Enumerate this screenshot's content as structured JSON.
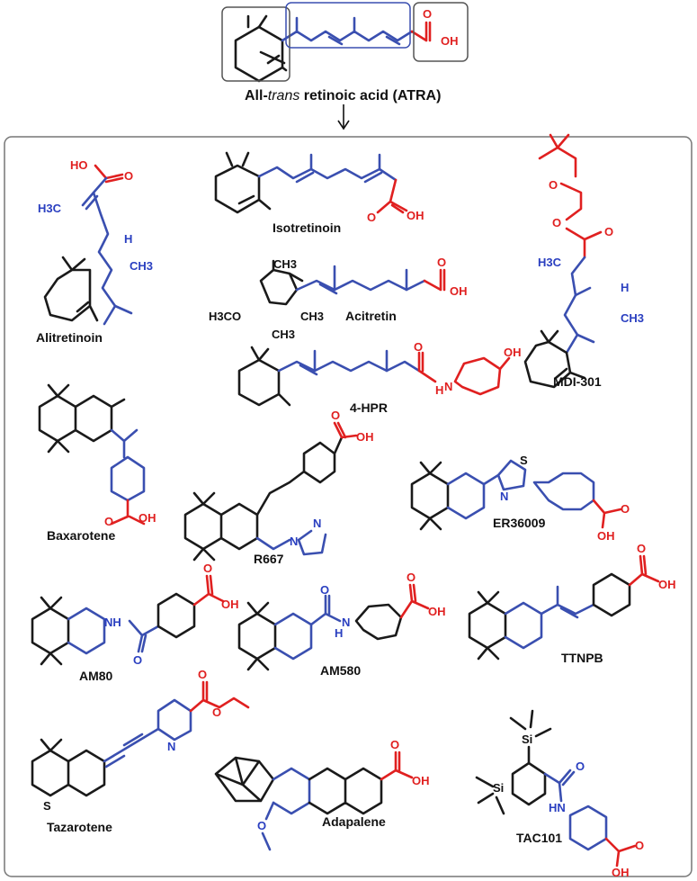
{
  "title": {
    "prefix": "All-",
    "italic": "trans",
    "suffix": " retinoic acid (ATRA)"
  },
  "compounds": [
    "Alitretinoin",
    "Isotretinoin",
    "MDI-301",
    "Acitretin",
    "4-HPR",
    "Baxarotene",
    "R667",
    "ER36009",
    "AM80",
    "AM580",
    "TTNPB",
    "Tazarotene",
    "Adapalene",
    "TAC101"
  ],
  "atoms": {
    "oh": "OH",
    "ho": "HO",
    "h3c": "H3C",
    "ch3": "CH3",
    "h": "H",
    "o": "O",
    "n": "N",
    "s": "S",
    "si": "Si",
    "nh": "NH",
    "hn": "HN",
    "h3co": "H3CO",
    "nh_short": "H"
  },
  "colors": {
    "ring_group": "#1a1a1a",
    "polyene_chain": "#3a4fb0",
    "polar_group": "#e02020",
    "frame": "#777777"
  }
}
